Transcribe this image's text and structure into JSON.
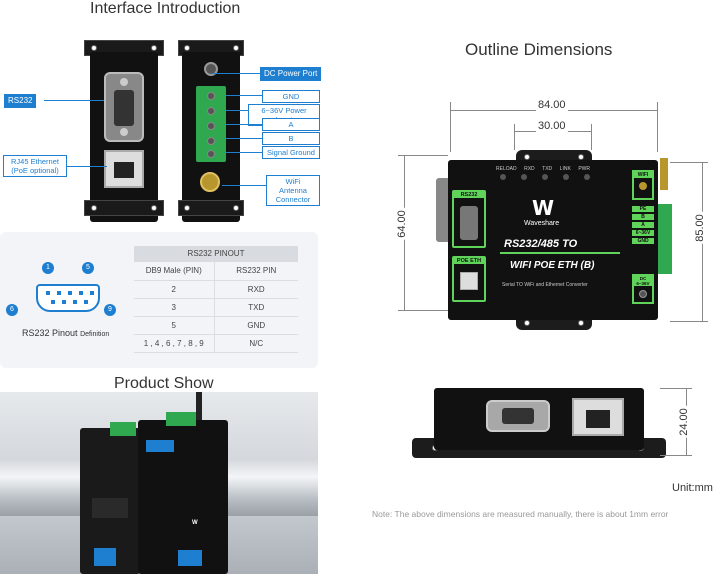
{
  "interface": {
    "title": "Interface Introduction",
    "callouts": {
      "rs232": "RS232",
      "rj45": "RJ45 Ethernet\n(PoE optional)",
      "dc": "DC Power Port",
      "gnd": "GND",
      "power_input": "6~36V Power Input",
      "a": "A",
      "b": "B",
      "signal_ground": "Signal Ground",
      "wifi": "WiFi Antenna\nConnector"
    }
  },
  "pinout": {
    "title": "RS232 PINOUT",
    "label": "RS232 Pinout",
    "label_suffix": "Definition",
    "pin_numbers": [
      "1",
      "5",
      "6",
      "9"
    ],
    "headers": [
      "DB9 Male (PIN)",
      "RS232 PIN"
    ],
    "rows": [
      [
        "2",
        "RXD"
      ],
      [
        "3",
        "TXD"
      ],
      [
        "5",
        "GND"
      ],
      [
        "1 , 4 , 6 , 7 , 8 , 9",
        "N/C"
      ]
    ]
  },
  "product_show": {
    "title": "Product Show"
  },
  "outline": {
    "title": "Outline Dimensions",
    "dims": {
      "width_outer": "84.00",
      "width_inner": "30.00",
      "height_left": "64.00",
      "height_right": "85.00",
      "depth": "24.00"
    },
    "device": {
      "leds": [
        "RELOAD",
        "RXD",
        "TXD",
        "LINK",
        "PWR"
      ],
      "brand": "Waveshare",
      "model_line1": "RS232/485 TO",
      "model_line2": "WIFI POE ETH (B)",
      "subtitle": "Serial TO WiFi and Ethernet Converter",
      "rs232_label": "RS232",
      "poe_label": "POE ETH",
      "wifi_label": "WIFI",
      "terminals": [
        "PE",
        "B",
        "A",
        "6~36V",
        "GND"
      ],
      "dc_label": "DC 6~36V"
    },
    "unit": "Unit:mm",
    "note": "Note: The above dimensions are measured manually, there is about 1mm error"
  },
  "colors": {
    "accent": "#1e7fd0",
    "terminal_green": "#2fa84f",
    "device_black": "#111111",
    "label_green": "#5fd35a"
  }
}
